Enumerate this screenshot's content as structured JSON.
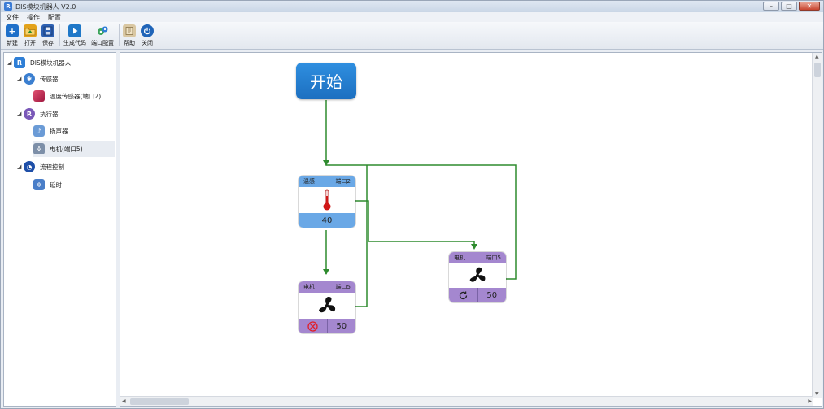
{
  "window": {
    "title": "DIS模块机器人 V2.0",
    "controls": {
      "minimize": "–",
      "maximize": "□",
      "close": "✕"
    }
  },
  "menu": [
    "文件",
    "操作",
    "配置"
  ],
  "toolbar": {
    "new": "新建",
    "open": "打开",
    "save": "保存",
    "generate_code": "生成代码",
    "port_config": "端口配置",
    "help": "帮助",
    "close": "关闭"
  },
  "tree": {
    "root": "DIS模块机器人",
    "sensors": "传感器",
    "temp_sensor": "温度传感器(端口2)",
    "actuators": "执行器",
    "speaker": "扬声器",
    "motor": "电机(端口5)",
    "flow_control": "流程控制",
    "delay": "延时"
  },
  "canvas": {
    "start_label": "开始",
    "temp_block": {
      "name": "温感",
      "port": "端口2",
      "value": "40"
    },
    "motor_block_a": {
      "name": "电机",
      "port": "端口5",
      "value": "50"
    },
    "motor_block_b": {
      "name": "电机",
      "port": "端口5",
      "value": "50"
    }
  },
  "colors": {
    "accent_blue": "#1c6fc0",
    "sensor_blue": "#6aa8e6",
    "motor_purple": "#a487cf",
    "connector_green": "#2e8b2e"
  }
}
